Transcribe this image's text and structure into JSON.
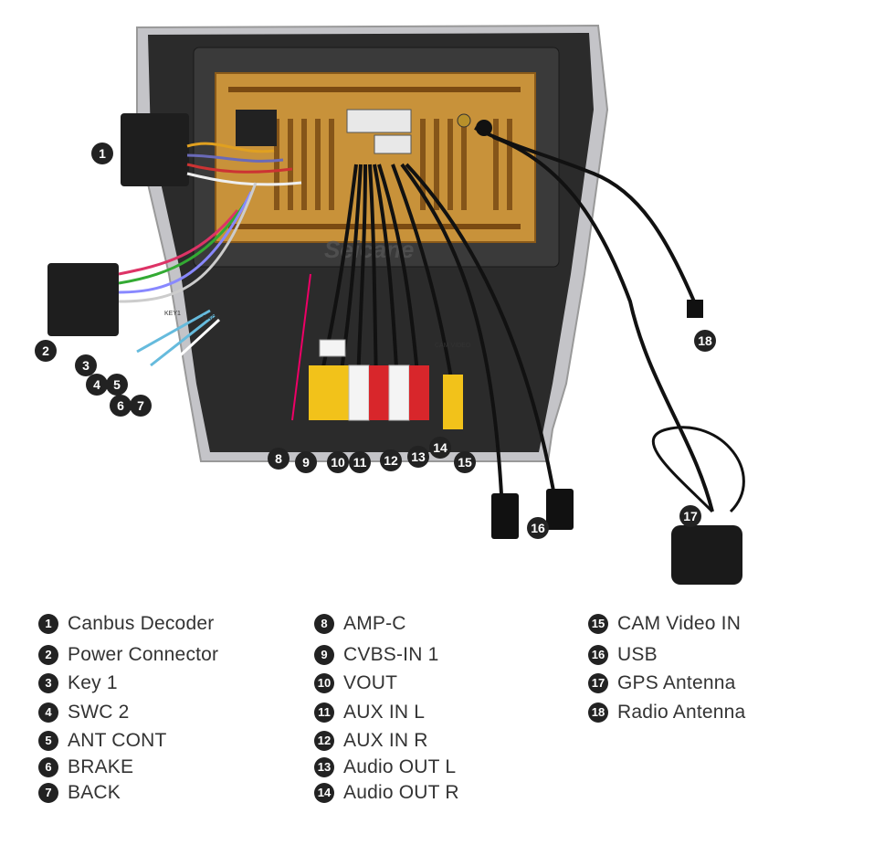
{
  "brand_watermark": "Seicane",
  "unit_label_1": "KEY1",
  "unit_label_2": "BACK",
  "unit_label_3": "CAM VIDEO",
  "legend": [
    {
      "num": "1",
      "label": "Canbus Decoder"
    },
    {
      "num": "2",
      "label": "Power Connector"
    },
    {
      "num": "3",
      "label": "Key 1"
    },
    {
      "num": "4",
      "label": "SWC 2"
    },
    {
      "num": "5",
      "label": "ANT CONT"
    },
    {
      "num": "6",
      "label": "BRAKE"
    },
    {
      "num": "7",
      "label": "BACK"
    },
    {
      "num": "8",
      "label": "AMP-C"
    },
    {
      "num": "9",
      "label": "CVBS-IN 1"
    },
    {
      "num": "10",
      "label": "VOUT"
    },
    {
      "num": "11",
      "label": "AUX IN L"
    },
    {
      "num": "12",
      "label": "AUX IN R"
    },
    {
      "num": "13",
      "label": "Audio OUT L"
    },
    {
      "num": "14",
      "label": "Audio OUT R"
    },
    {
      "num": "15",
      "label": "CAM Video IN"
    },
    {
      "num": "16",
      "label": "USB"
    },
    {
      "num": "17",
      "label": "GPS Antenna"
    },
    {
      "num": "18",
      "label": "Radio Antenna"
    }
  ],
  "callouts": [
    "1",
    "2",
    "3",
    "4",
    "5",
    "6",
    "7",
    "8",
    "9",
    "10",
    "11",
    "12",
    "13",
    "14",
    "15",
    "16",
    "17",
    "18"
  ],
  "colors": {
    "housing": "#2a2a2a",
    "back_panel": "#c8923a",
    "trim": "#b8b8bc",
    "rca_yellow": "#f2c21a",
    "rca_red": "#d8262b",
    "rca_white": "#f4f4f4"
  }
}
